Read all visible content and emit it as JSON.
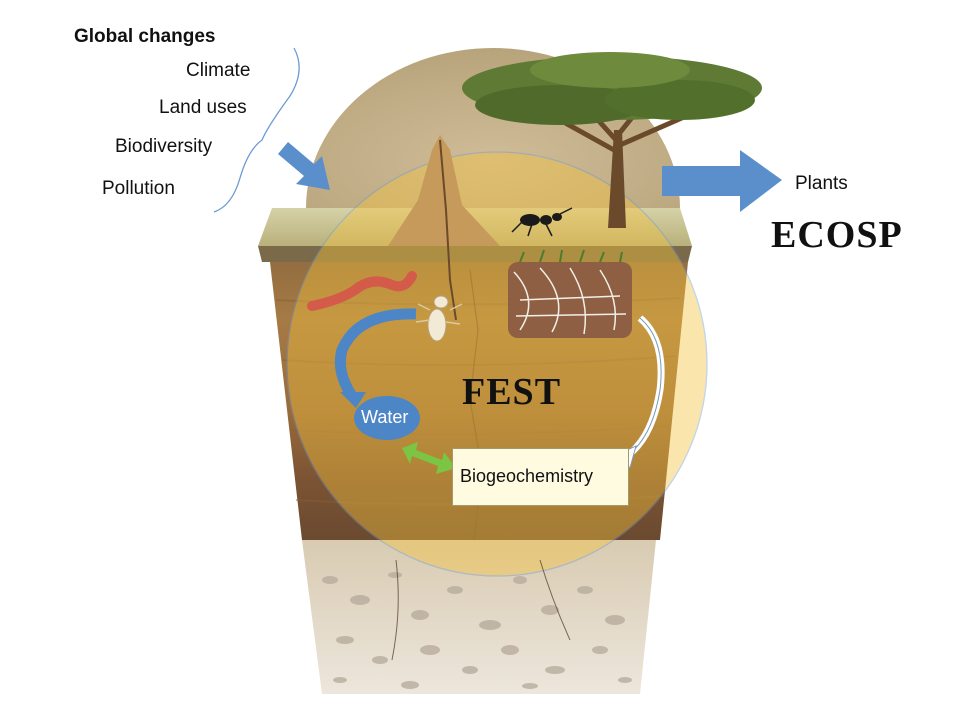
{
  "global_changes": {
    "title": "Global changes",
    "items": [
      "Climate",
      "Land uses",
      "Biodiversity",
      "Pollution"
    ]
  },
  "outputs": {
    "plants": "Plants",
    "ecosp": "ECOSP"
  },
  "center": {
    "fest": "FEST",
    "water": "Water",
    "biogeochemistry": "Biogeochemistry"
  },
  "colors": {
    "arrow_blue": "#5b8fcc",
    "water_node": "#4d86c6",
    "exchange_green": "#7cc443",
    "fest_circle": "#f4c23d",
    "sky_dome": "#c9b48a"
  }
}
